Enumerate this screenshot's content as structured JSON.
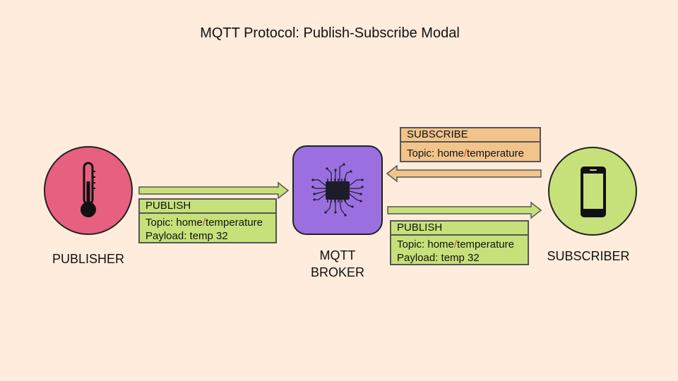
{
  "title": "MQTT Protocol: Publish-Subscribe Modal",
  "colors": {
    "background": "#ffecdc",
    "publisher_fill": "#e8607f",
    "broker_fill": "#9b6fe0",
    "subscriber_fill": "#c6e17a",
    "publish_fill": "#c6e17a",
    "subscribe_fill": "#f2c48b",
    "topic_separator": "#d9442e"
  },
  "nodes": {
    "publisher": {
      "label": "PUBLISHER",
      "icon": "thermometer-icon"
    },
    "broker": {
      "label_line1": "MQTT",
      "label_line2": "BROKER",
      "icon": "processor-chip-icon"
    },
    "subscriber": {
      "label": "SUBSCRIBER",
      "icon": "smartphone-icon"
    }
  },
  "messages": {
    "publish_in": {
      "header": "PUBLISH",
      "topic_prefix": "Topic: home",
      "topic_sep": "/",
      "topic_suffix": "temperature",
      "payload": "Payload: temp 32"
    },
    "subscribe": {
      "header": "SUBSCRIBE",
      "topic_prefix": "Topic: home",
      "topic_sep": "/",
      "topic_suffix": "temperature"
    },
    "publish_out": {
      "header": "PUBLISH",
      "topic_prefix": "Topic: home",
      "topic_sep": "/",
      "topic_suffix": "temperature",
      "payload": "Payload: temp 32"
    }
  }
}
